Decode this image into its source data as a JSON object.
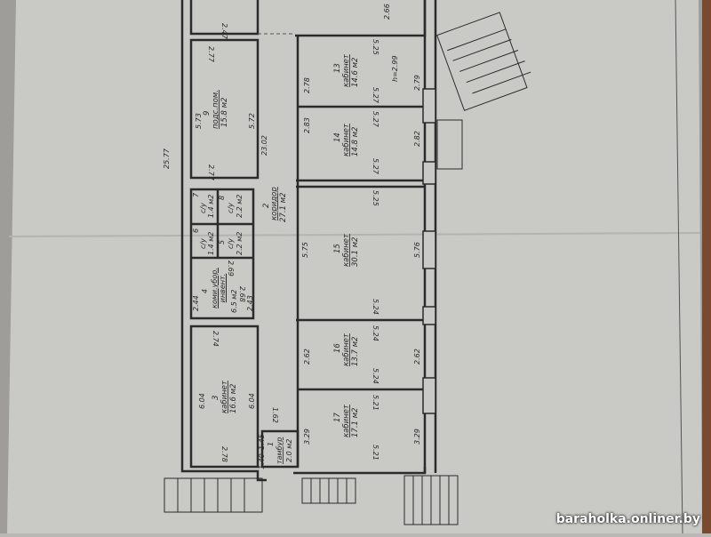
{
  "plan": {
    "overall_length": "25.77",
    "corridor_length": "23.02",
    "ceiling_height": "h=2.99",
    "top_room_dims": [
      "2.47",
      "2.66"
    ],
    "rooms": [
      {
        "no": "1",
        "name": "тамбур",
        "area": "2.0 м2",
        "dims": [
          "1.45",
          "1.40"
        ]
      },
      {
        "no": "2",
        "name": "коридор",
        "area": "27.1 м2",
        "dims": [
          "1.62"
        ]
      },
      {
        "no": "3",
        "name": "кабинет",
        "area": "16.6 м2",
        "dims": [
          "2.74",
          "6.04",
          "6.04",
          "2.78"
        ]
      },
      {
        "no": "4",
        "name": "коми.убор. инвент.",
        "area": "6.5 м2",
        "dims": [
          "2.69",
          "2.44",
          "2.43",
          "2.68"
        ]
      },
      {
        "no": "5",
        "name": "с/у",
        "area": "2.2 м2"
      },
      {
        "no": "6",
        "name": "с/у",
        "area": "1.4 м2"
      },
      {
        "no": "7",
        "name": "с/у",
        "area": "1.4 м2"
      },
      {
        "no": "8",
        "name": "с/у",
        "area": "2.2 м2"
      },
      {
        "no": "9",
        "name": "подс.пом.",
        "area": "15.8 м2",
        "dims": [
          "2.77",
          "5.73",
          "5.72",
          "2.77"
        ]
      },
      {
        "no": "13",
        "name": "кабинет",
        "area": "14.6 м2",
        "dims": [
          "5.25",
          "2.78",
          "2.79",
          "5.27"
        ]
      },
      {
        "no": "14",
        "name": "кабинет",
        "area": "14.8 м2",
        "dims": [
          "5.27",
          "2.83",
          "2.82",
          "5.27"
        ]
      },
      {
        "no": "15",
        "name": "кабинет",
        "area": "30.1 м2",
        "dims": [
          "5.25",
          "5.75",
          "5.76",
          "5.24"
        ]
      },
      {
        "no": "16",
        "name": "кабинет",
        "area": "13.7 м2",
        "dims": [
          "5.24",
          "2.62",
          "2.62",
          "5.24"
        ]
      },
      {
        "no": "17",
        "name": "кабинет",
        "area": "17.1 м2",
        "dims": [
          "5.21",
          "3.29",
          "3.29",
          "5.21"
        ]
      }
    ]
  },
  "watermark": "baraholka.onliner.by",
  "colors": {
    "paper": "#c9c9c6",
    "line": "#2b2b2b",
    "table": "#7a4a2e"
  }
}
